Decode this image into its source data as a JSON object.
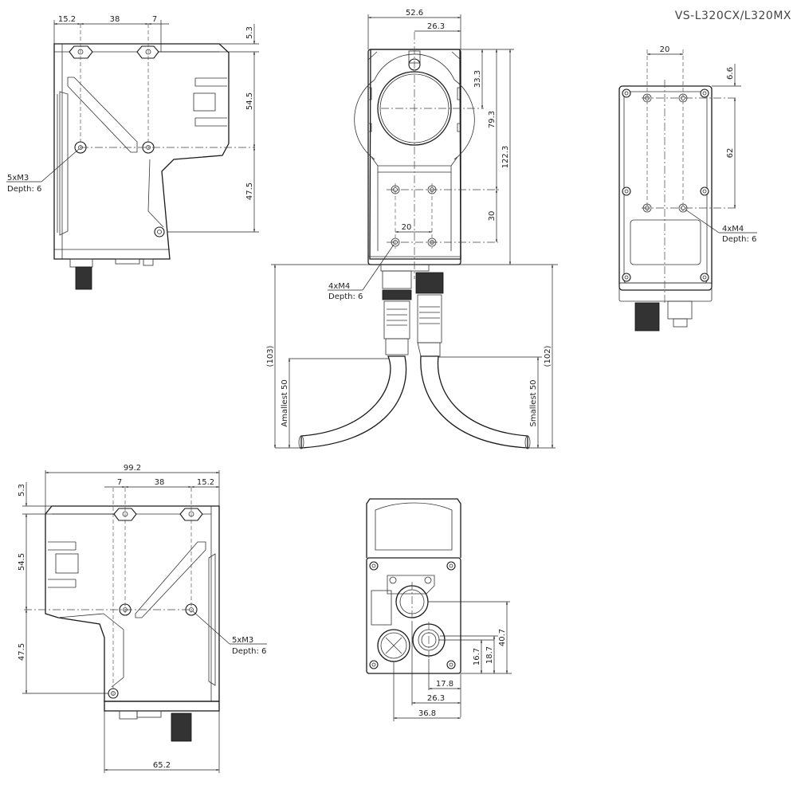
{
  "title": "VS-L320CX/L320MX",
  "views": {
    "left_side": {
      "dims_top": [
        "15.2",
        "38",
        "7"
      ],
      "dims_right": [
        "5.3",
        "54.5",
        "47.5"
      ],
      "note_line1": "5xM3",
      "note_line2": "Depth: 6"
    },
    "front": {
      "width": "52.6",
      "half_width": "26.3",
      "lens_center": "33.3",
      "dim_79": "79.3",
      "height": "122.3",
      "hole_pitch_v": "30",
      "hole_pitch_h": "20",
      "note_line1": "4xM4",
      "note_line2": "Depth: 6",
      "cable_left": "(103)",
      "cable_right": "(102)",
      "bend_left": "Amallest  50",
      "bend_right": "Smallest  50"
    },
    "back": {
      "hole_pitch_h": "20",
      "top_offset": "6.6",
      "hole_pitch_v": "62",
      "note_line1": "4xM4",
      "note_line2": "Depth: 6"
    },
    "right_side": {
      "overall_width": "99.2",
      "dims_top": [
        "7",
        "38",
        "15.2"
      ],
      "dims_left": [
        "5.3",
        "54.5",
        "47.5"
      ],
      "bottom_width": "65.2",
      "note_line1": "5xM3",
      "note_line2": "Depth: 6"
    },
    "bottom": {
      "dims_right": [
        "40.7",
        "18.7",
        "16.7"
      ],
      "dims_bottom": [
        "17.8",
        "26.3",
        "36.8"
      ]
    }
  },
  "colors": {
    "line": "#1a1a1a",
    "background": "#ffffff"
  }
}
